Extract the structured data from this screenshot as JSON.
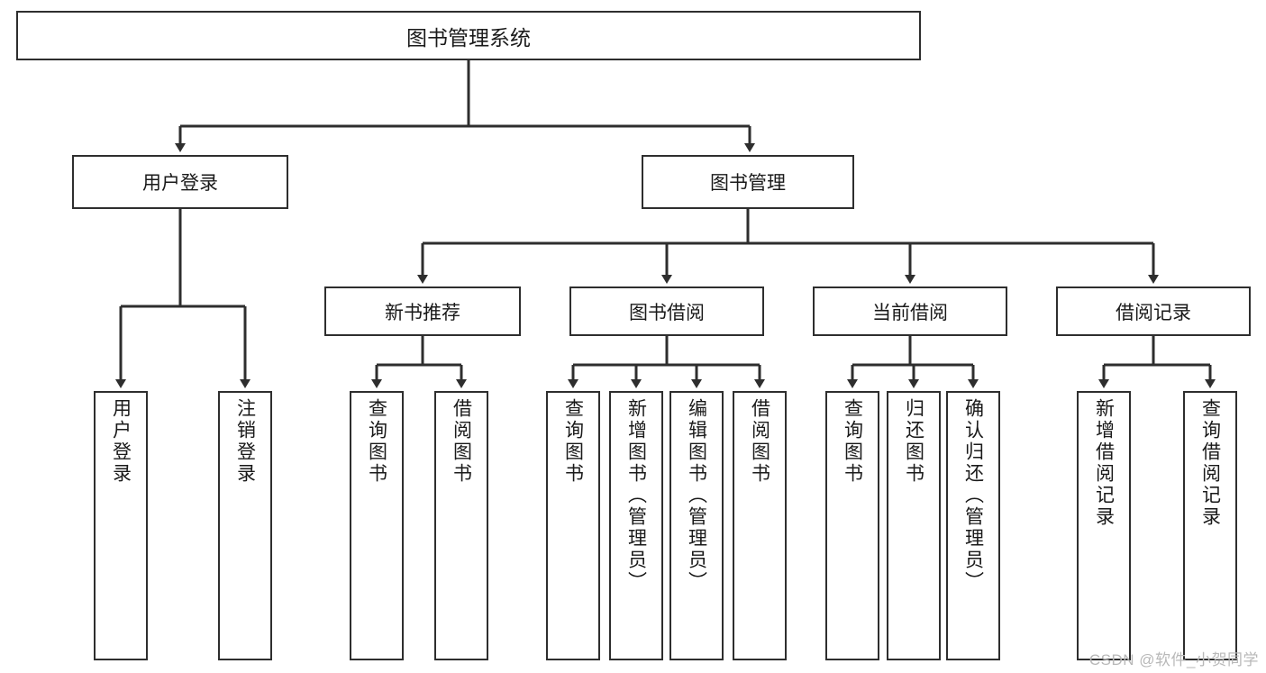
{
  "diagram": {
    "title": "图书管理系统",
    "type": "tree-hierarchy-diagram",
    "root": {
      "label": "图书管理系统"
    },
    "level2": [
      {
        "label": "用户登录"
      },
      {
        "label": "图书管理"
      }
    ],
    "level3": [
      {
        "label": "新书推荐"
      },
      {
        "label": "图书借阅"
      },
      {
        "label": "当前借阅"
      },
      {
        "label": "借阅记录"
      }
    ],
    "leaves": {
      "user_login": [
        {
          "label": "用户登录"
        },
        {
          "label": "注销登录"
        }
      ],
      "new_book_recommend": [
        {
          "label": "查询图书"
        },
        {
          "label": "借阅图书"
        }
      ],
      "book_borrow": [
        {
          "label": "查询图书"
        },
        {
          "label": "新增图书（管理员）"
        },
        {
          "label": "编辑图书（管理员）"
        },
        {
          "label": "借阅图书"
        }
      ],
      "current_borrow": [
        {
          "label": "查询图书"
        },
        {
          "label": "归还图书"
        },
        {
          "label": "确认归还（管理员）"
        }
      ],
      "borrow_record": [
        {
          "label": "新增借阅记录"
        },
        {
          "label": "查询借阅记录"
        }
      ]
    }
  },
  "watermark": {
    "text": "CSDN @软件_小贺同学"
  },
  "colors": {
    "box_border": "#2e2e2e",
    "box_fill": "#ffffff",
    "line": "#2e2e2e",
    "text": "#1a1a1a",
    "watermark": "#b8b8b8",
    "background": "#ffffff"
  }
}
